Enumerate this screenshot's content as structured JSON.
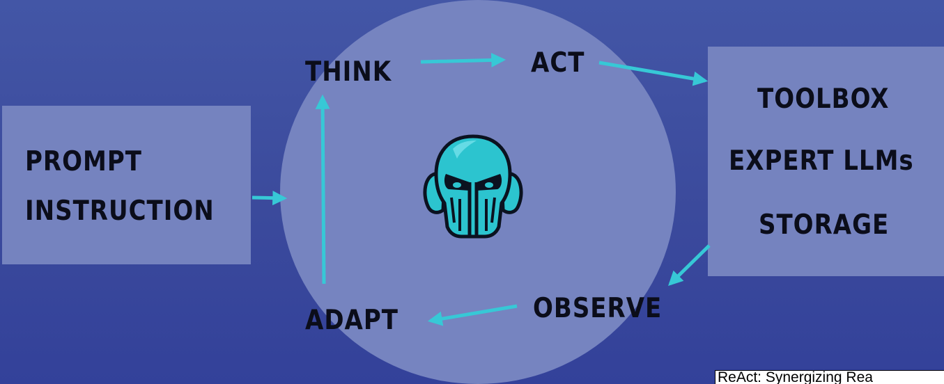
{
  "input_box": {
    "line1": "PROMPT",
    "line2": "INSTRUCTION"
  },
  "loop": {
    "think": "THINK",
    "act": "ACT",
    "observe": "OBSERVE",
    "adapt": "ADAPT",
    "center_icon": "robot-helmet-icon"
  },
  "tools_box": {
    "line1": "TOOLBOX",
    "line2": "EXPERT LLMs",
    "line3": "STORAGE"
  },
  "citation": {
    "text": "ReAct: Synergizing Rea"
  },
  "colors": {
    "background": "#3d4da0",
    "panel": "#7583bf",
    "arrow": "#37c8d6",
    "helmet": "#2cc4cf",
    "text": "#0b0d1a"
  }
}
